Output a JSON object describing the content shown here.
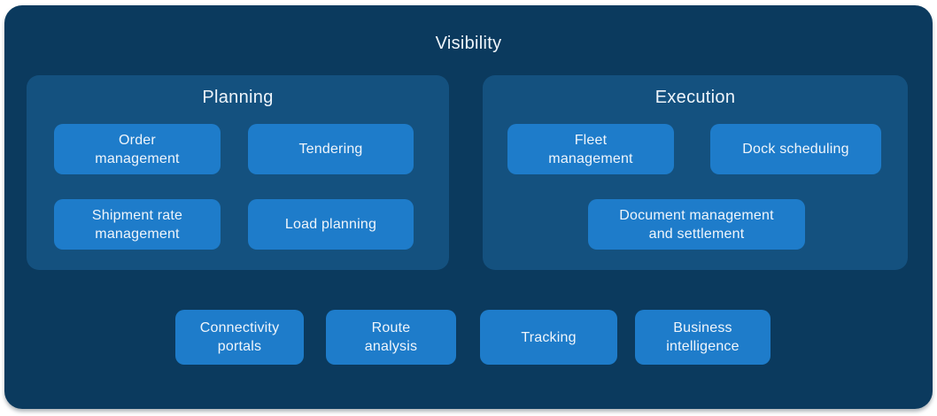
{
  "title": "Visibility",
  "groups": [
    {
      "name": "Planning",
      "buttons": [
        "Order\nmanagement",
        "Tendering",
        "Shipment rate\nmanagement",
        "Load planning"
      ]
    },
    {
      "name": "Execution",
      "buttons": [
        "Fleet\nmanagement",
        "Dock scheduling",
        "Document management\nand settlement"
      ]
    }
  ],
  "bottom_row": [
    "Connectivity\nportals",
    "Route\nanalysis",
    "Tracking",
    "Business\nintelligence"
  ],
  "colors": {
    "page_background": "#FFFFFF",
    "outer_background": "#0B3A5E",
    "panel_background": "#14517F",
    "button_background": "#1E7CCA",
    "text": "#EFF5FB"
  }
}
